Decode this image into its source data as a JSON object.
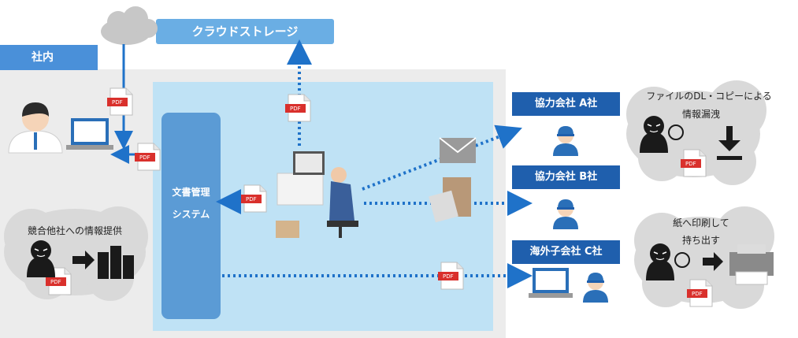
{
  "labels": {
    "cloud_storage": "クラウドストレージ",
    "internal": "社内",
    "doc_system_line1": "文書管理",
    "doc_system_line2": "システム",
    "partner_a": "協力会社 A社",
    "partner_b": "協力会社 B社",
    "partner_c": "海外子会社 C社",
    "threat_competitor": "競合他社への情報提供",
    "threat_download_line1": "ファイルのDL・コピーによる",
    "threat_download_line2": "情報漏洩",
    "threat_print_line1": "紙へ印刷して",
    "threat_print_line2": "持ち出す",
    "pdf": "PDF"
  },
  "colors": {
    "accent_blue": "#4a90d9",
    "dark_blue": "#1f5fad",
    "arrow_blue": "#1f72c9",
    "pdf_red": "#d9302c",
    "gray_bg": "#ececec",
    "light_blue_bg": "#bfe2f5"
  },
  "icons": [
    "cloud-icon",
    "pdf-file-icon",
    "user-icon",
    "laptop-icon",
    "office-worker-icon",
    "envelope-icon",
    "package-icon",
    "attacker-icon",
    "building-icon",
    "download-icon",
    "printer-icon"
  ]
}
